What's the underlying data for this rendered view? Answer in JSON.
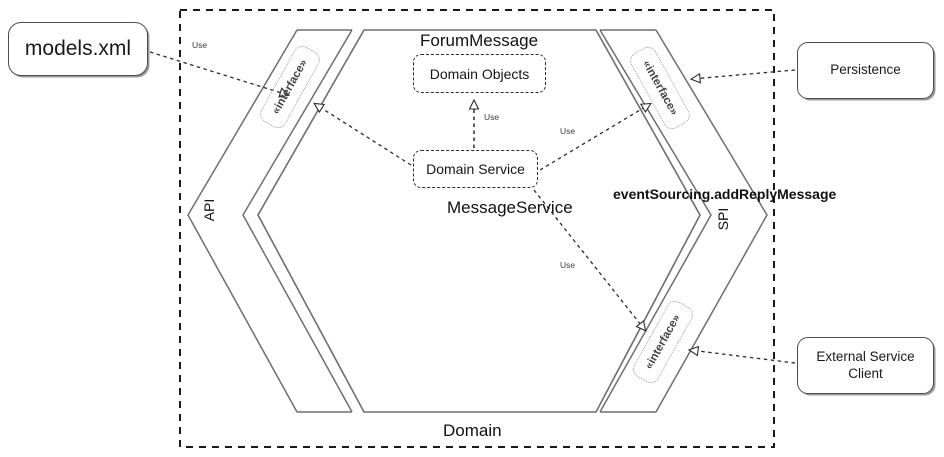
{
  "diagram": {
    "type": "hexagonal-architecture",
    "boundary_label": "Domain",
    "rings": {
      "outer_label": "API",
      "inner_label": "SPI"
    }
  },
  "external_components": [
    {
      "id": "models-xml",
      "label": "models.xml"
    },
    {
      "id": "persistence",
      "label": "Persistence"
    },
    {
      "id": "external-service-client",
      "label": "External Service\nClient",
      "line1": "External Service",
      "line2": "Client"
    }
  ],
  "inner_boxes": [
    {
      "id": "domain-objects",
      "label": "Domain Objects",
      "caption": "ForumMessage"
    },
    {
      "id": "domain-service",
      "label": "Domain Service",
      "caption": "MessageService"
    }
  ],
  "interface_chips": [
    {
      "id": "api-interface",
      "label": "«interface»"
    },
    {
      "id": "spi-persistence-interface",
      "label": "«interface»"
    },
    {
      "id": "spi-external-interface",
      "label": "«interface»"
    }
  ],
  "annotations": {
    "event_sourcing": "eventSourcing.addReplyMessage",
    "use_labels": [
      {
        "id": "use-models-to-api",
        "label": "Use"
      },
      {
        "id": "use-service-to-objects",
        "label": "Use"
      },
      {
        "id": "use-service-to-persistence",
        "label": "Use"
      },
      {
        "id": "use-service-to-external",
        "label": "Use"
      }
    ]
  },
  "ring_labels": {
    "api": "API",
    "spi": "SPI"
  },
  "captions": {
    "forum_message": "ForumMessage",
    "message_service": "MessageService",
    "domain": "Domain"
  },
  "colors": {
    "line": "#4d4d4d",
    "dashed_boundary": "#1a1a1a",
    "chip_border": "#9b9b9b",
    "text": "#111111",
    "background": "#ffffff"
  }
}
